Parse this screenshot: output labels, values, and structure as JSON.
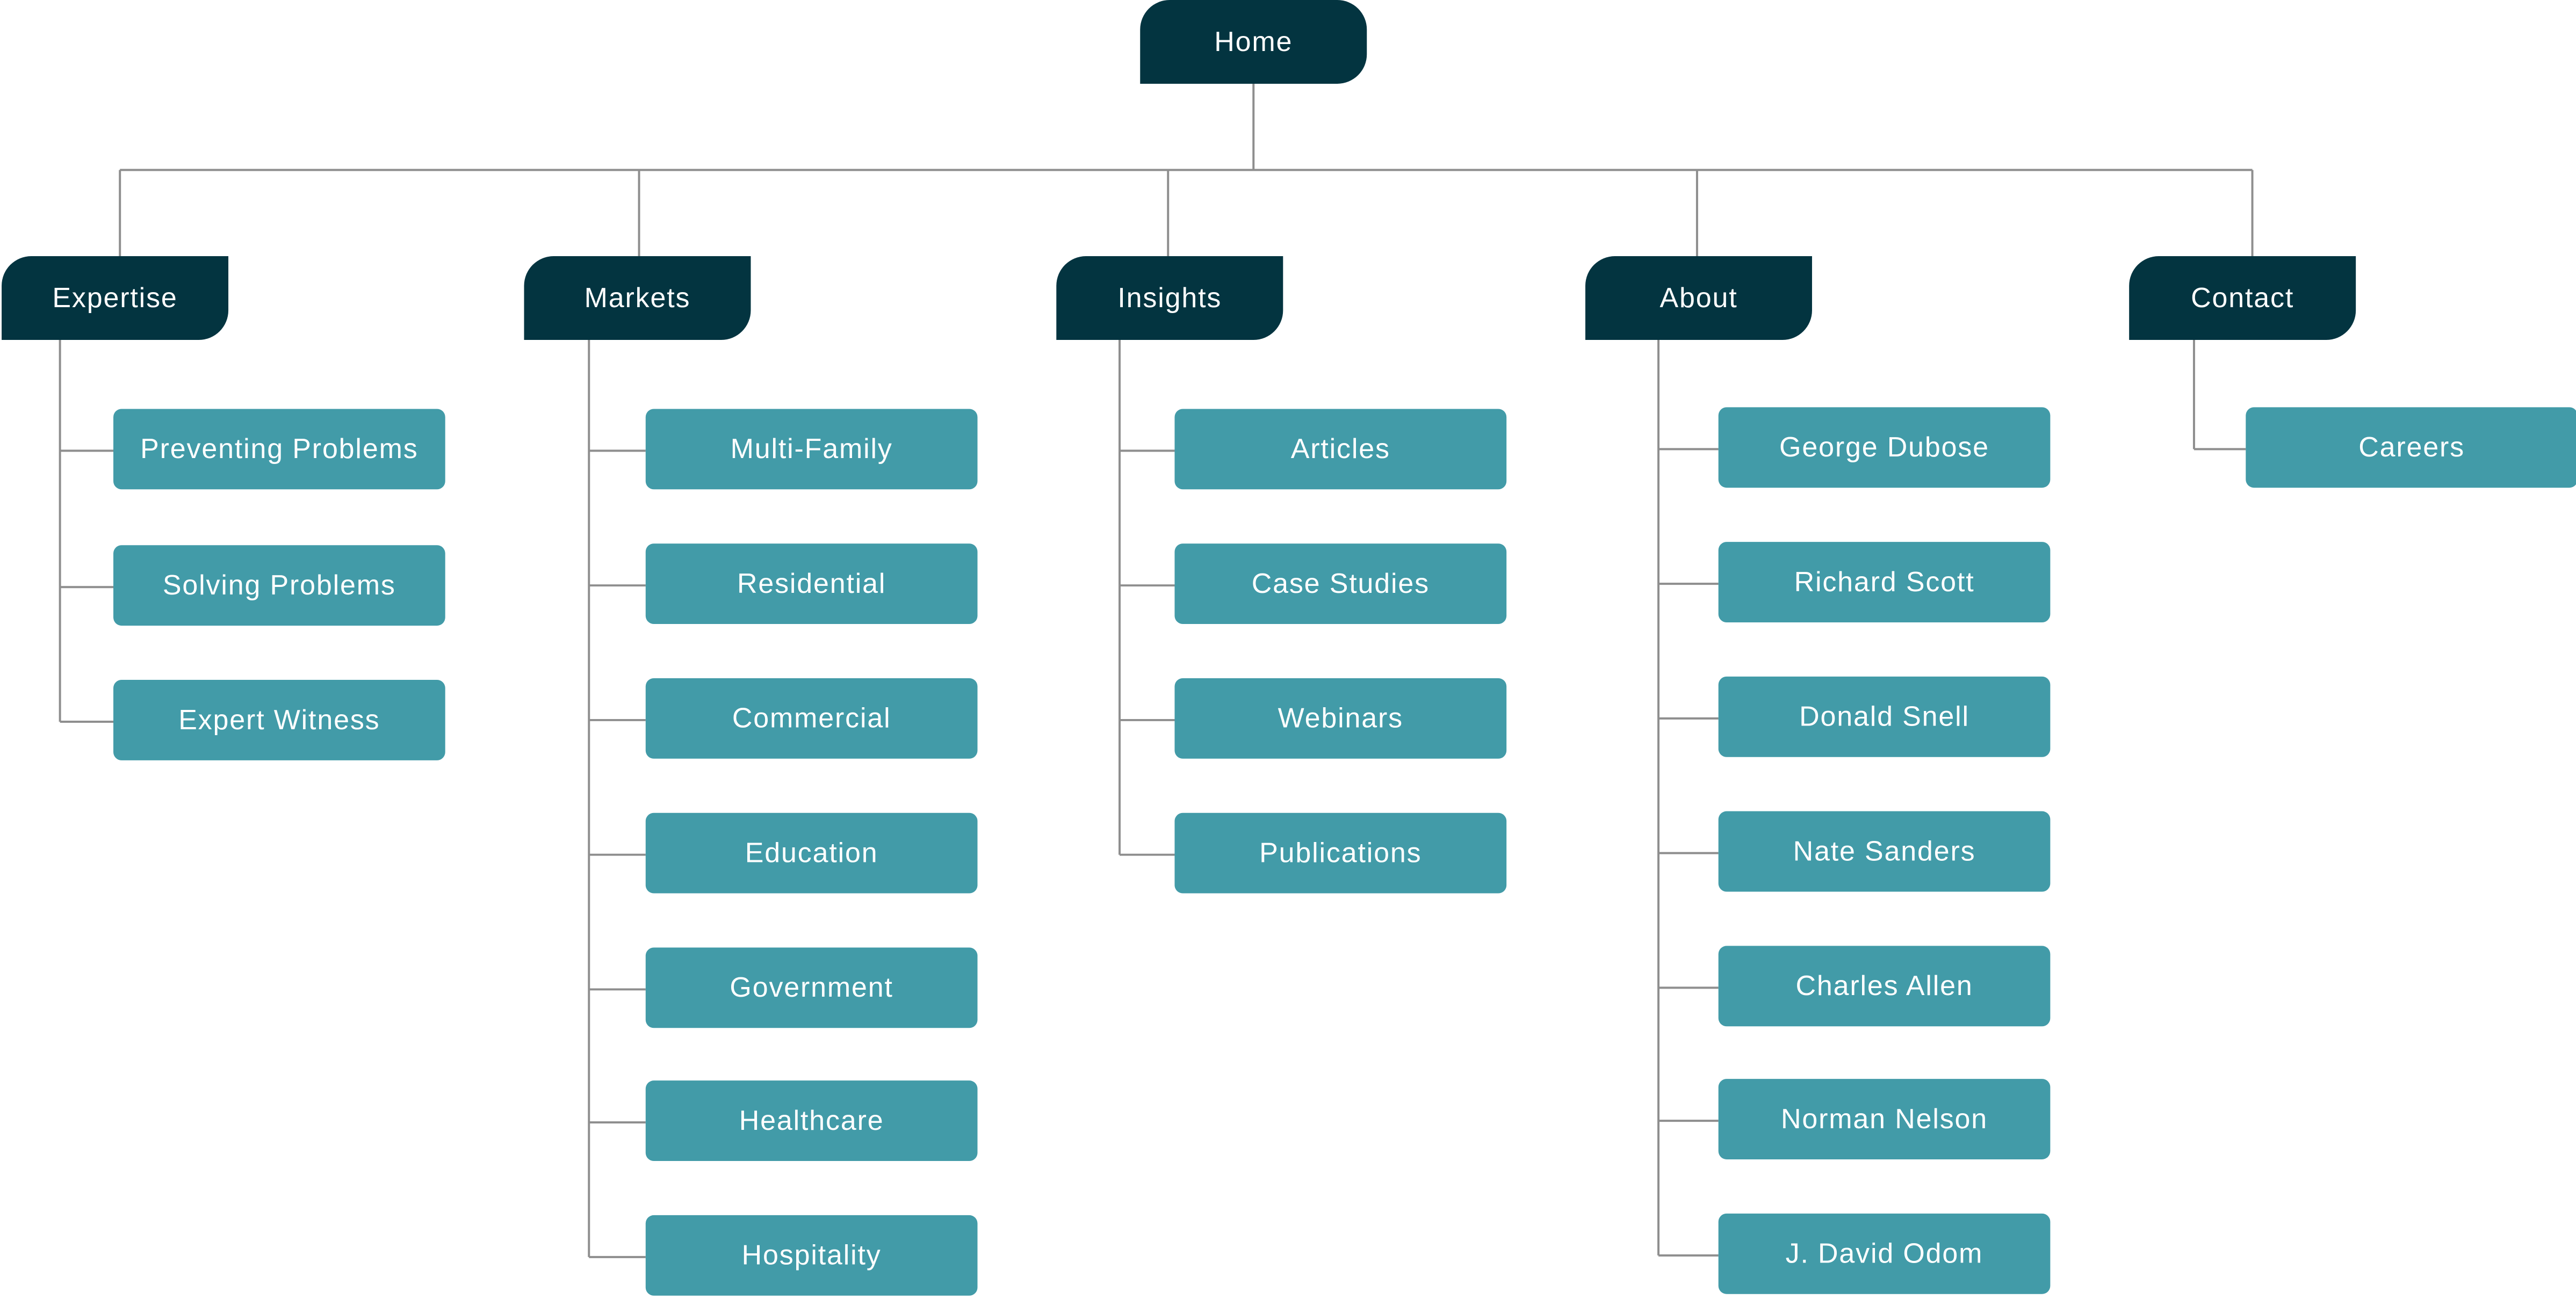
{
  "sitemap": {
    "root": {
      "label": "Home"
    },
    "sections": [
      {
        "label": "Expertise",
        "pages": [
          "Preventing Problems",
          "Solving Problems",
          "Expert Witness"
        ]
      },
      {
        "label": "Markets",
        "pages": [
          "Multi-Family",
          "Residential",
          "Commercial",
          "Education",
          "Government",
          "Healthcare",
          "Hospitality"
        ]
      },
      {
        "label": "Insights",
        "pages": [
          "Articles",
          "Case Studies",
          "Webinars",
          "Publications"
        ]
      },
      {
        "label": "About",
        "pages": [
          "George Dubose",
          "Richard Scott",
          "Donald Snell",
          "Nate Sanders",
          "Charles Allen",
          "Norman Nelson",
          "J. David Odom"
        ]
      },
      {
        "label": "Contact",
        "pages": [
          "Careers"
        ]
      }
    ]
  },
  "colors": {
    "section_fill": "#033440",
    "page_fill": "#429ba8",
    "connector": "#8e8e8e",
    "text": "#ffffff"
  }
}
